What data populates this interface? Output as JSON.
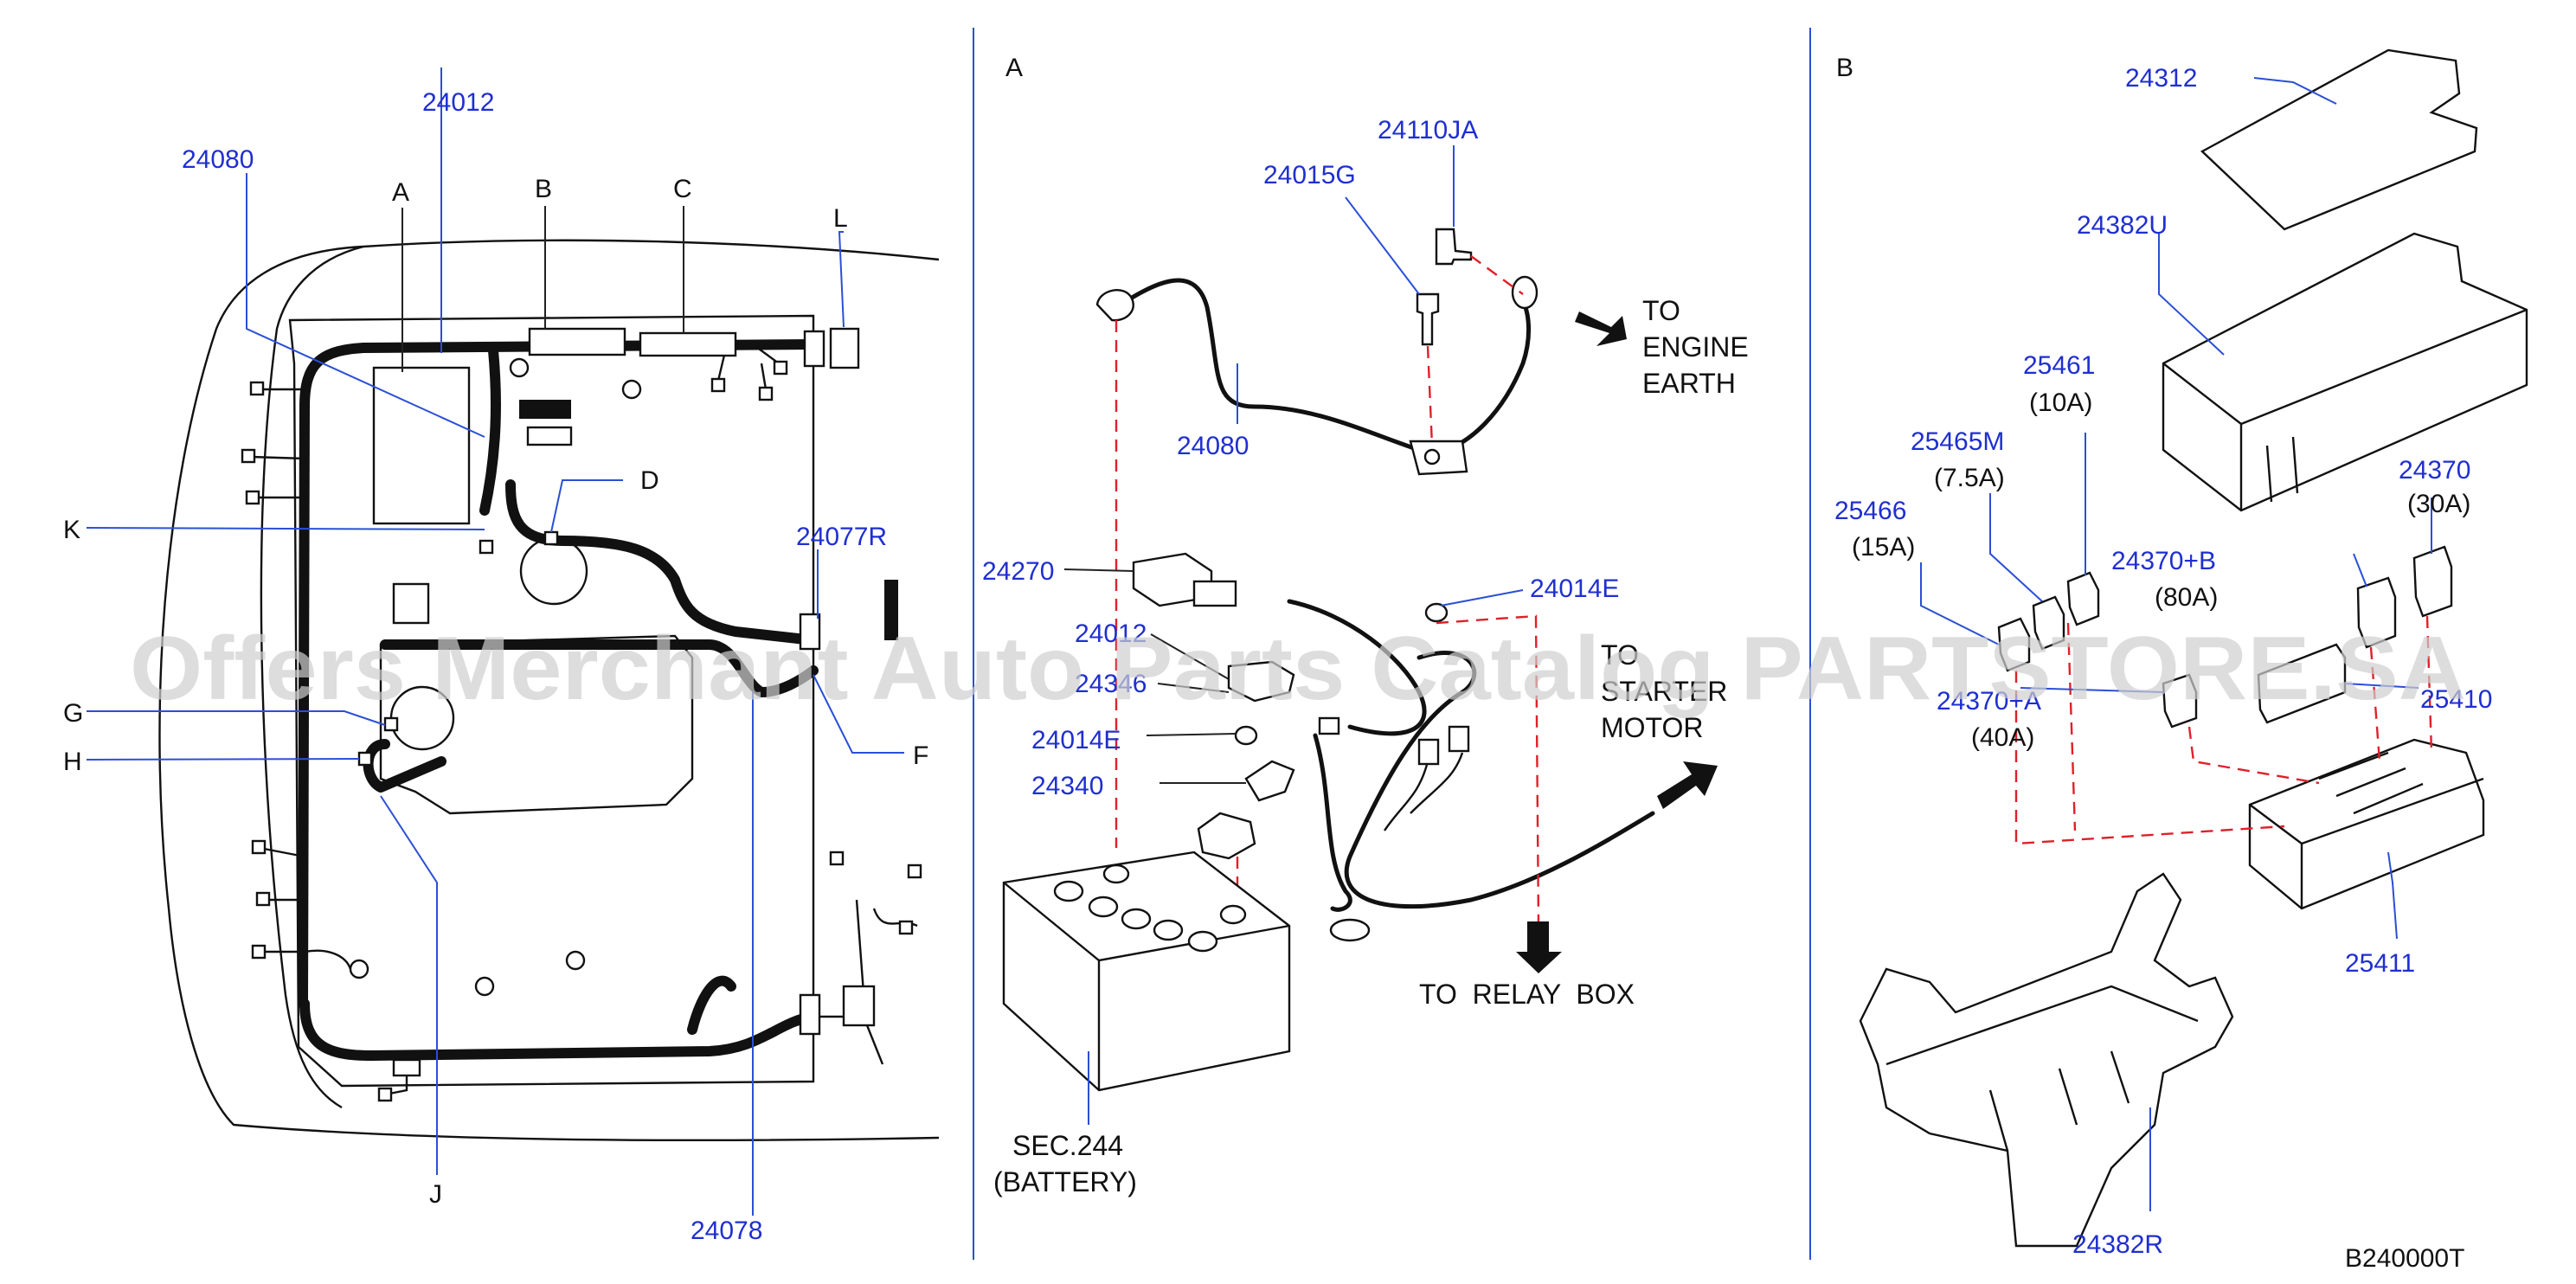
{
  "watermark": "Offers Merchant Auto Parts Catalog PARTSTORE.SA",
  "figure_code": "B240000T",
  "sections": {
    "a": "A",
    "b": "B"
  },
  "overview": {
    "part_labels": {
      "p24012": "24012",
      "p24080": "24080",
      "p24077R": "24077R",
      "p24078": "24078"
    },
    "view_letters": {
      "A": "A",
      "B": "B",
      "C": "C",
      "D": "D",
      "F": "F",
      "G": "G",
      "H": "H",
      "J": "J",
      "K": "K",
      "L": "L"
    }
  },
  "battery_view": {
    "part_labels": {
      "p24110JA": "24110JA",
      "p24015G": "24015G",
      "p24080": "24080",
      "p24270": "24270",
      "p24012": "24012",
      "p24346": "24346",
      "p24014E_top": "24014E",
      "p24014E_bottom": "24014E",
      "p24340": "24340"
    },
    "notes": {
      "engine_earth": [
        "TO",
        "ENGINE",
        "EARTH"
      ],
      "starter_motor": [
        "TO",
        "STARTER",
        "MOTOR"
      ],
      "relay_box": "TO  RELAY  BOX",
      "battery_ref": [
        "SEC.244",
        "(BATTERY)"
      ]
    }
  },
  "fuse_box_view": {
    "part_labels": {
      "p24312": "24312",
      "p24382U": "24382U",
      "p25461": "25461",
      "p25465M": "25465M",
      "p25466": "25466",
      "p24370": "24370",
      "p24370B": "24370+B",
      "p24370A": "24370+A",
      "p25410": "25410",
      "p25411": "25411",
      "p24382R": "24382R"
    },
    "ratings": {
      "r25461": "(10A)",
      "r25465M": "(7.5A)",
      "r25466": "(15A)",
      "r24370": "(30A)",
      "r24370B": "(80A)",
      "r24370A": "(40A)"
    }
  }
}
